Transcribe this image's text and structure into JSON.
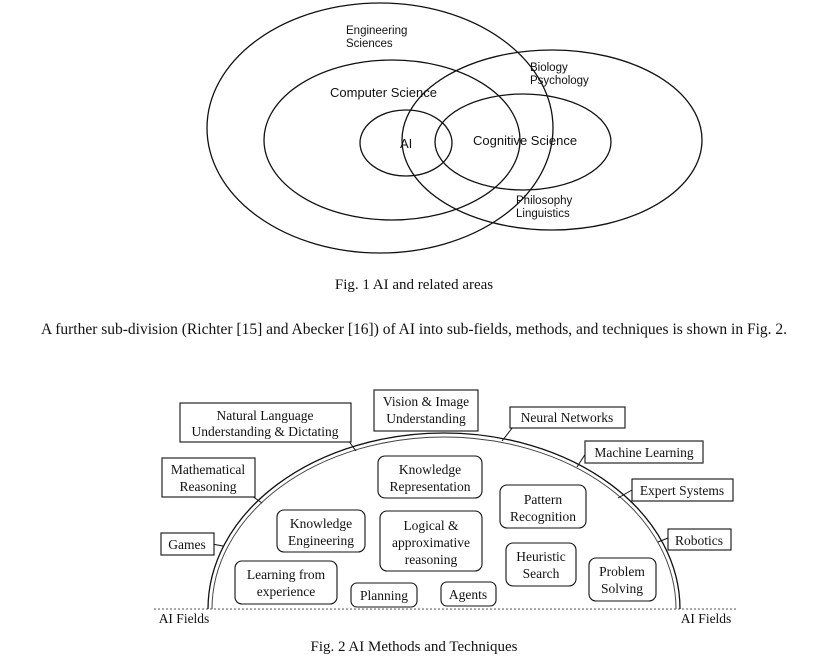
{
  "figure1": {
    "labels": {
      "engineering": [
        "Engineering",
        "Sciences"
      ],
      "biology": [
        "Biology",
        "Psychology"
      ],
      "computer_science": "Computer Science",
      "ai": "AI",
      "cognitive_science": "Cognitive Science",
      "philosophy": [
        "Philosophy",
        "Linguistics"
      ]
    },
    "caption": "Fig. 1 AI and related areas"
  },
  "paragraph": "A further sub-division (Richter [15] and Abecker [16]) of AI into sub-fields, methods, and techniques is shown in Fig. 2.",
  "figure2": {
    "outer_boxes": {
      "natural_language": [
        "Natural Language",
        "Understanding & Dictating"
      ],
      "vision": [
        "Vision & Image",
        "Understanding"
      ],
      "neural_networks": "Neural Networks",
      "machine_learning": "Machine Learning",
      "expert_systems": "Expert Systems",
      "robotics": "Robotics",
      "mathematical_reasoning": [
        "Mathematical",
        "Reasoning"
      ],
      "games": "Games"
    },
    "inner_boxes": {
      "knowledge_representation": [
        "Knowledge",
        "Representation"
      ],
      "pattern_recognition": [
        "Pattern",
        "Recognition"
      ],
      "knowledge_engineering": [
        "Knowledge",
        "Engineering"
      ],
      "logical_reasoning": [
        "Logical &",
        "approximative",
        "reasoning"
      ],
      "heuristic_search": [
        "Heuristic",
        "Search"
      ],
      "problem_solving": [
        "Problem",
        "Solving"
      ],
      "learning_from_experience": [
        "Learning from",
        "experience"
      ],
      "planning": "Planning",
      "agents": "Agents"
    },
    "ai_fields_left": "AI Fields",
    "ai_fields_right": "AI Fields",
    "caption": "Fig. 2 AI Methods and Techniques"
  }
}
